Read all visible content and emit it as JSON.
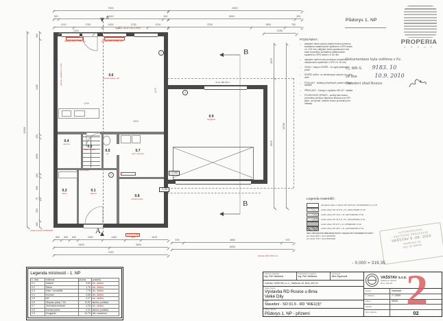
{
  "sheet": {
    "drawing_title": "Půdorys 1. NP"
  },
  "logo": {
    "brand": "PROPERIA",
    "group": "G R O U P"
  },
  "verification_stamp": {
    "line1": "Dokumentace byla ověřena v říz.",
    "ref_label": "č.j. MR-S",
    "ref_value": "9183. 10",
    "date_label": "ze dne",
    "date_value": "10.9. 2010",
    "office": "Stavební úřad Rosice"
  },
  "notes": {
    "title": "POZNÁMKA:",
    "items": [
      "zateplení hlavní plochy objektu bude provedeno kontaktním zateplovacím systémem z EPS desek v tl. 100 mm; zateplení kolem garážových vrat bude provedeno kontaktním zateplovacím systémem z EPS desek v tl. 50 mm",
      "zateplení ostění bude provedeno kontaktním zateplovacím systémem z XPS v tl. 30 mm;",
      "OKNA + vstupní DVEŘE : viz výpis plastových prvků",
      "DVEŘE vnitřní : do obložkových zárubní viz výpis dveří",
      "PODLAHY : skladby jednotlivých podlah viz výpis skladeb",
      "PŘEKLADY : J/stropy v systému HELUZ + statika",
      "POVRCHOVÉ ÚPRAVY : omítky stěn budou provedeny omítkou vápennou štukovou na VPC jádro, na vyznač. místech budou provedeny ker. obklady"
    ]
  },
  "material_legend": {
    "title": "Legenda materiálů :",
    "rows": [
      "obvodové zdivo z tvárnic STI 30 P+D ( 247/300/238 mm )  P 8",
      "vnitřní zdivo STI 17,5 P + D ( 497/175/238 )  P 10",
      "vnitřní zdivo STI 14 P + D ( 497/140/238 )  P 10",
      "vnitřní zdivo STI 11,5 P + D ( 497/115/238 )  P 10",
      "vnitřní zdivo STI 8 P + D ( 375/80/238 )  P 10",
      "vnitřní zdivo STI 30 P + D ( 247/300/238 )  P 10"
    ],
    "footnote": [
      "PRO OBVODOVÉ DŘEVĚNÉ PRVKY NAVAZUJÍCÍ STAVEBNÍ OTVORY :",
      "pro dveře 800  =  otvor 900/2020",
      "pro dveře 700  =  otvor 800/2020"
    ]
  },
  "approval_stamp": {
    "lines": [
      "AUTORIZOVÁNO",
      "SKUTEČNÉ PROVEDENÍ",
      "VAŠSTAV  9 -09- 2010",
      "Staňkova 18",
      "602 00 BRNO"
    ]
  },
  "elevation_note": "- 0,000 = 319,35",
  "room_legend": {
    "title": "Legenda místností - 1. NP",
    "headers": [
      "č. míst.",
      "místnost",
      "plocha",
      "podlaha"
    ],
    "rows": [
      {
        "no": "0.1",
        "name": "Zádveří",
        "area": "5,50",
        "floor": "ker. dlažba",
        "red": true
      },
      {
        "no": "0.2",
        "name": "Šatna",
        "area": "1,76",
        "floor": "ker. dlažba",
        "red": true
      },
      {
        "no": "0.3",
        "name": "Hala + schodiště",
        "area": "7,76",
        "floor": "ker. dlažba",
        "red": true
      },
      {
        "no": "0.4",
        "name": "Komora",
        "area": "6,65",
        "floor": "ker. dlažba",
        "red": true
      },
      {
        "no": "0.5",
        "name": "WC",
        "area": "2,07",
        "floor": "ker. dlažba",
        "red": true
      },
      {
        "no": "0.6",
        "name": "Obývací pokoj + KK",
        "area": "41,52",
        "floor": "lamino. podlaha",
        "red": false
      },
      {
        "no": "0.7",
        "name": "Technická místnost",
        "area": "4,93",
        "floor": "ker. dlažba",
        "red": true
      },
      {
        "no": "0.8",
        "name": "Domácí práce",
        "area": "9,31",
        "floor": "lamino. podlaha",
        "red": false
      },
      {
        "no": "0.9",
        "name": "Dvojgaráž",
        "area": "51,75",
        "floor": "bet. mazanina",
        "red": false
      }
    ]
  },
  "titleblock": {
    "people": [
      {
        "label": "Vedoucí projektant",
        "value": "Ing. Petr Valdhans"
      },
      {
        "label": "Zodpovědný projektant",
        "value": "Ing. Petr Valdhans"
      },
      {
        "label": "Vypracoval",
        "value": "Alice Egnerová"
      }
    ],
    "investor": "Investor:  VAŠSTAV, s.r.o., Staňkova 18, Brno, 602 00",
    "project_label": "Název stavby",
    "project_line1": "Výstavba RD Rosice u Brna",
    "project_line2": "Velké Díly",
    "part_label": "Část",
    "part": "Stavební - SO 01.5 - RD \"40E1(3)\"",
    "drawing_label": "Název výkresu",
    "drawing": "Půdorys 1. NP - přízemí",
    "firm_name": "VAŠSTAV s.r.o.",
    "firm_addr1": "Staňkova 100/18",
    "firm_addr2": "Brno, 602 00",
    "stage_label": "stupeň",
    "stage": "realizace",
    "order_label": "č. zakázky",
    "order": "7 / 2009",
    "date_label": "datum",
    "date": "09/09",
    "scale_label": "měřítko",
    "scale": "",
    "number_label": "číslo výkresu",
    "number": "02",
    "revision_mark": "2"
  },
  "plan": {
    "section_labels": {
      "a": "A",
      "b": "B"
    },
    "rooms": [
      {
        "no": "0.6",
        "sub": "obývací pokoj + KK"
      },
      {
        "no": "0.9",
        "sub": "dvojgaráž"
      },
      {
        "no": "0.4",
        "sub": "komora"
      },
      {
        "no": "0.3",
        "sub": "hala + schod."
      },
      {
        "no": "0.5",
        "sub": "wc"
      },
      {
        "no": "0.7",
        "sub": "tech. místnost"
      },
      {
        "no": "0.2",
        "sub": "šatna"
      },
      {
        "no": "0.1",
        "sub": "zádveří"
      },
      {
        "no": "0.8",
        "sub": "domácí práce"
      }
    ],
    "tags": [
      "7",
      "4",
      "2"
    ],
    "level_pills": [
      "± 0,000",
      "- 0,150"
    ],
    "annotations": [
      {
        "text": "žaluzie 236 A 1750 mm",
        "kind": "red"
      },
      {
        "text": "žaluzie 236 A 2000 mm",
        "kind": "red"
      },
      {
        "text": "parapet. panel (m)(m) 1690",
        "kind": "red"
      },
      {
        "text": "Jz VL 160,18 m",
        "kind": "black"
      },
      {
        "text": "žaluzie 236 A 250 mm",
        "kind": "red"
      },
      {
        "text": "vstupní dveře 1100/2020",
        "kind": "red"
      },
      {
        "text": "(m) (m) 1750",
        "kind": "redbox"
      },
      {
        "text": "9× 167,5/290",
        "kind": "red"
      },
      {
        "text": "1295",
        "kind": "gray"
      },
      {
        "text": "3600",
        "kind": "gray"
      },
      {
        "text": "4275",
        "kind": "grayv"
      },
      {
        "text": "lamino. podlaha tl. 8 mm",
        "kind": "redv"
      }
    ],
    "dim_chains": {
      "top1_left": [
        7000
      ],
      "top1_right": [
        6200
      ],
      "top2_left": [
        300,
        6420,
        300
      ],
      "top2_right": [
        5900,
        300
      ],
      "top3_left": [
        1210,
        1750,
        1000,
        1750,
        1210
      ],
      "top3_right": [
        3750,
        1500,
        750
      ],
      "top4_left": [
        2110
      ],
      "top4_right": [
        2150
      ],
      "left_outer": [
        10300
      ],
      "left_inner": [
        300,
        4185,
        150,
        1565,
        150,
        900,
        75,
        925,
        300
      ],
      "right_inner": [
        1875,
        6975
      ],
      "right_outer": [
        10750
      ],
      "bottom1_left": [
        500,
        500,
        500,
        1500,
        1400,
        925,
        1675
      ],
      "bottom2_left": [
        3400,
        3600
      ],
      "bottom3_left": [
        7000
      ],
      "bottom1_right": [
        575,
        4850,
        575
      ],
      "bottom2_right": [
        6000
      ]
    }
  }
}
